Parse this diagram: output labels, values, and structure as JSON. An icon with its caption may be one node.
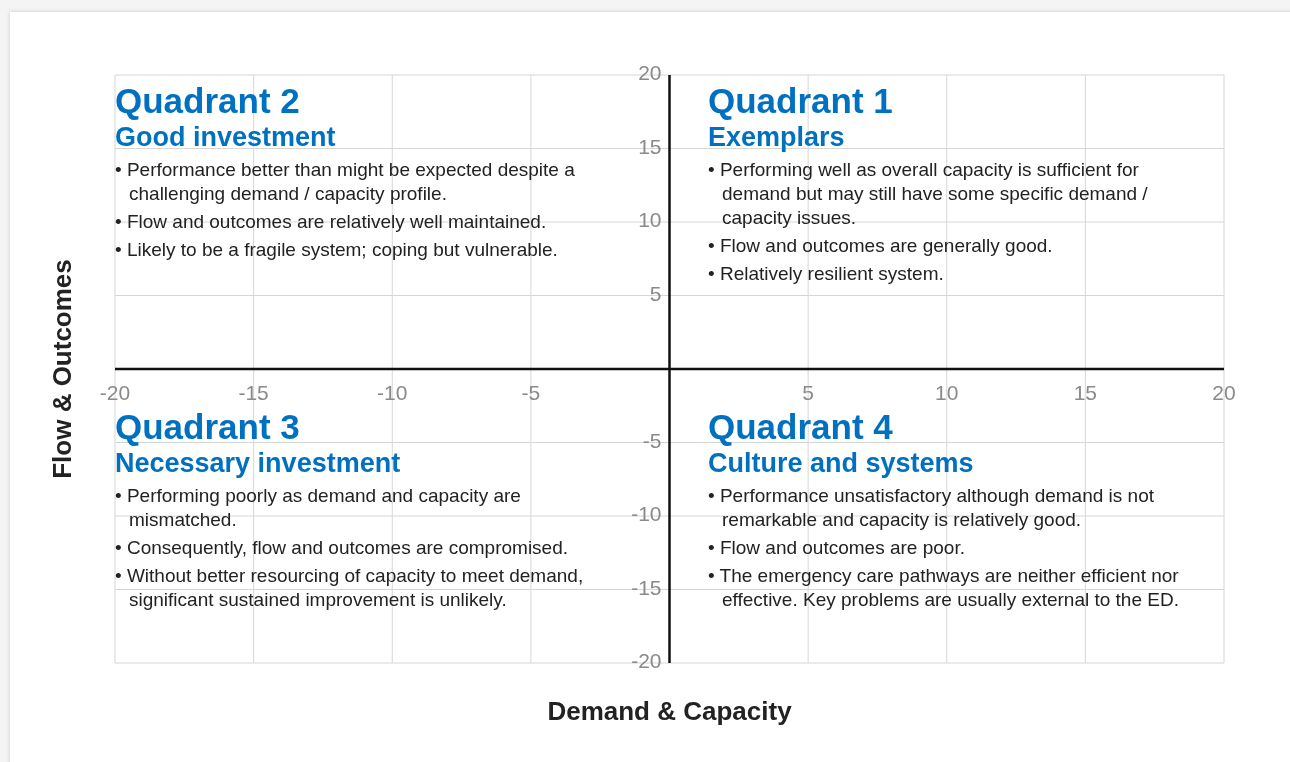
{
  "diagram": {
    "nodes": [
      {
        "text": [
          "Quadrant 2",
          "Good investment",
          "• Performance better than might be expected despite a challenging demand / capacity profile.",
          "• Flow and outcomes are relatively well maintained.",
          "• Likely to be a fragile system; coping but vulnerable."
        ]
      },
      {
        "text": [
          "Quadrant 1",
          "Exemplars",
          "• Performing well as overall capacity is sufficient for demand but may still have some specific demand / capacity issues.",
          "• Flow and outcomes are generally good.",
          "• Relatively resilient system."
        ]
      },
      {
        "text": [
          "Quadrant 3",
          "Necessary investment",
          "• Performing poorly as demand and capacity are mismatched.",
          "• Consequently, flow and outcomes are compromised.",
          "• Without better resourcing of capacity to meet demand, significant sustained improvement is unlikely."
        ]
      },
      {
        "text": [
          "Quadrant 4",
          "Culture and systems",
          "• Performance unsatisfactory although demand is not remarkable and capacity is relatively good.",
          "• Flow and outcomes are poor.",
          "• The emergency care pathways are neither efficient nor effective. Key problems are usually external to the ED."
        ]
      }
    ],
    "labels": [
      "20",
      "15",
      "10",
      "5",
      "-20",
      "-15",
      "-10",
      "-5",
      "5",
      "10",
      "15",
      "20",
      "-5",
      "-10",
      "-15",
      "-20",
      "Flow & Outcomes",
      "Demand & Capacity"
    ]
  }
}
